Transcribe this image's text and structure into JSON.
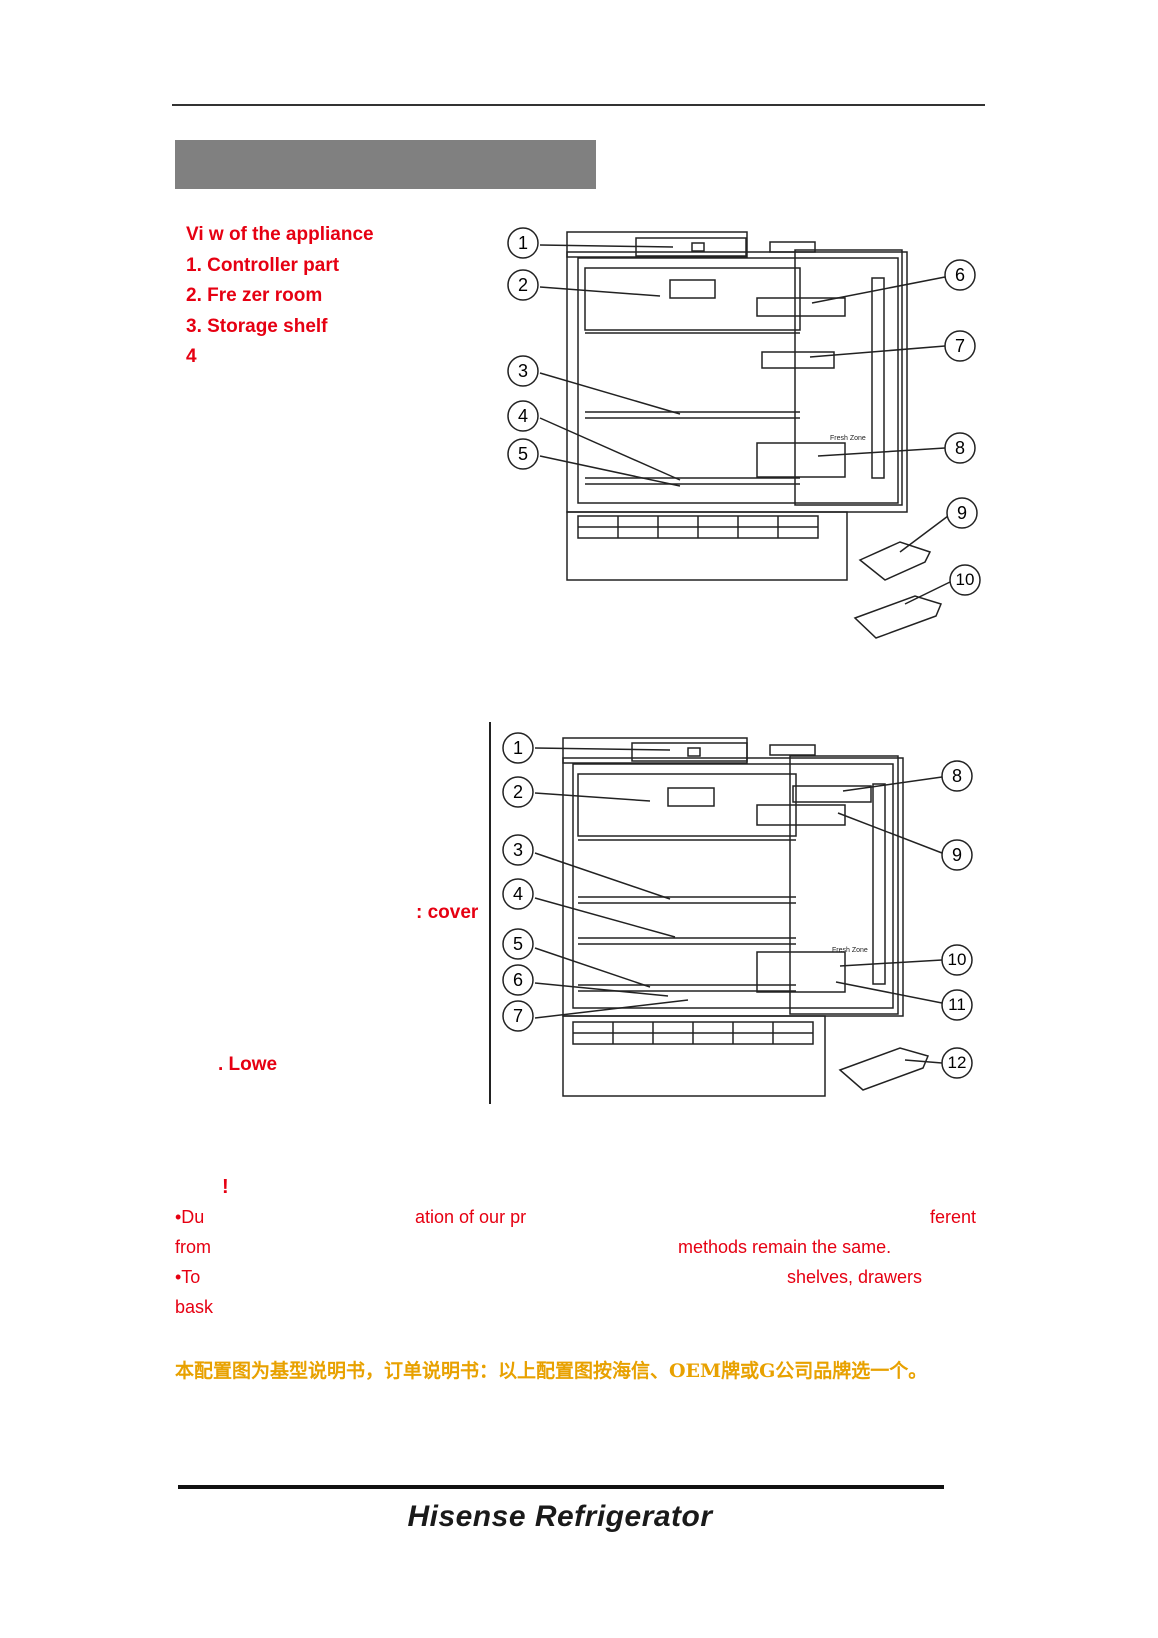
{
  "section1": {
    "title": "Vi  w of the appliance",
    "items": [
      "1. Controller part",
      "2. Fre  zer room",
      "3. Storage shelf",
      "4"
    ]
  },
  "section2": {
    "fragment_cover": ": cover",
    "fragment_lower": ". Lowe"
  },
  "notes": {
    "exclaim": "!",
    "line1_a": "•Du",
    "line1_b": "ation of our pr",
    "line1_c": "ferent",
    "line2_a": "from",
    "line2_b": "methods remain the same.",
    "line3_a": "•To",
    "line3_b": "shelves, drawers",
    "line4_a": "bask"
  },
  "chinese_note": "本配置图为基型说明书，订单说明书：以上配置图按海信、OEM牌或G公司品牌选一个。",
  "diagram1": {
    "callouts": [
      "1",
      "2",
      "3",
      "4",
      "5",
      "6",
      "7",
      "8",
      "9",
      "10"
    ],
    "drawer_label": "Fresh Zone"
  },
  "diagram2": {
    "callouts": [
      "1",
      "2",
      "3",
      "4",
      "5",
      "6",
      "7",
      "8",
      "9",
      "10",
      "11",
      "12"
    ],
    "drawer_label": "Fresh Zone"
  },
  "footer": {
    "brand": "Hisense Refrigerator"
  }
}
